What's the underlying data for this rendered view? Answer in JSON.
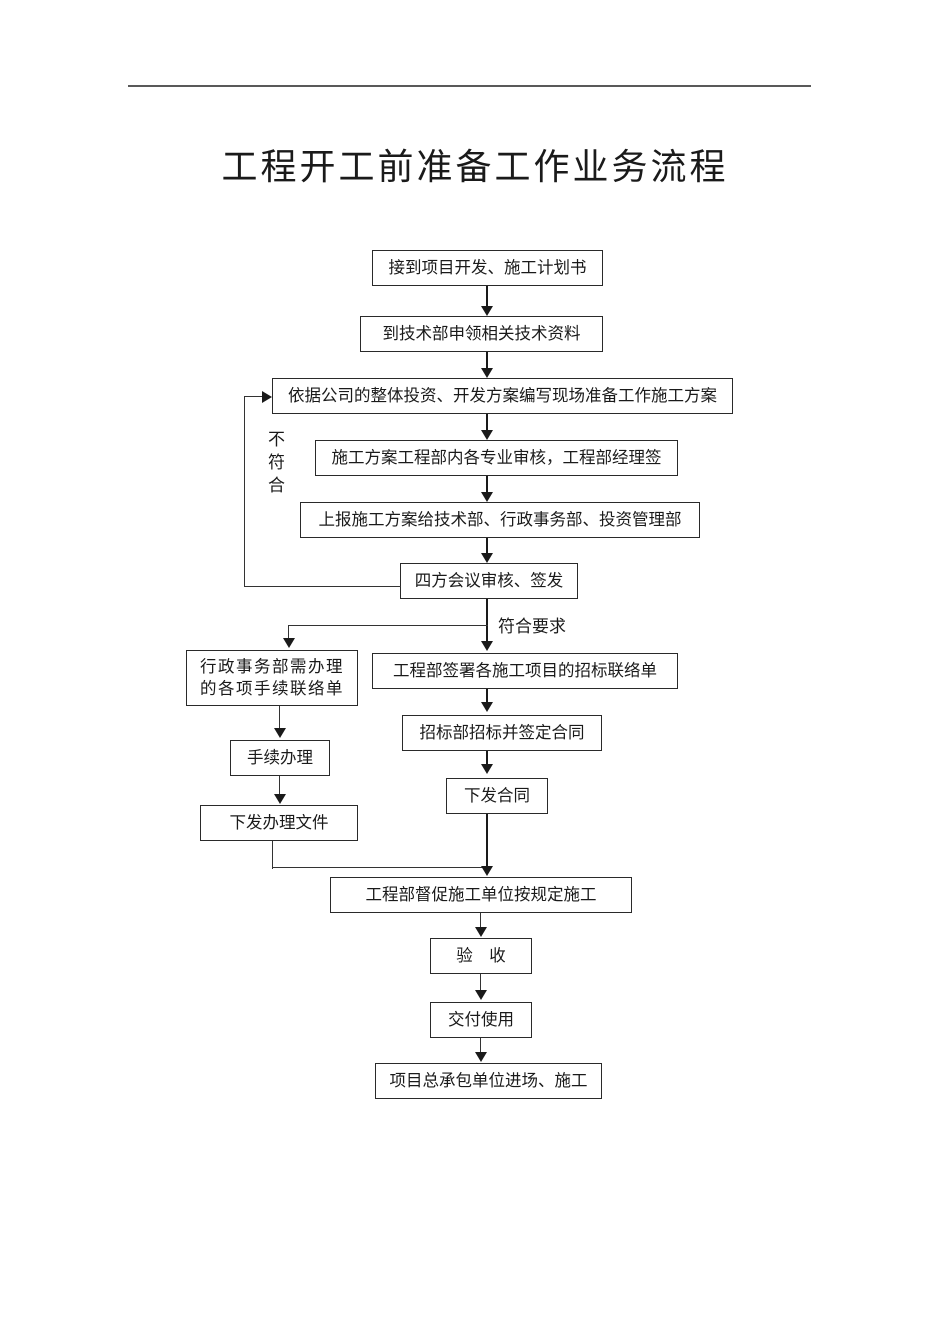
{
  "document": {
    "title": "工程开工前准备工作业务流程"
  },
  "flowchart": {
    "type": "flowchart",
    "nodes": [
      {
        "id": "n1",
        "label": "接到项目开发、施工计划书"
      },
      {
        "id": "n2",
        "label": "到技术部申领相关技术资料"
      },
      {
        "id": "n3",
        "label": "依据公司的整体投资、开发方案编写现场准备工作施工方案"
      },
      {
        "id": "n4",
        "label": "施工方案工程部内各专业审核，工程部经理签"
      },
      {
        "id": "n5",
        "label": "上报施工方案给技术部、行政事务部、投资管理部"
      },
      {
        "id": "n6",
        "label": "四方会议审核、签发"
      },
      {
        "id": "n7",
        "label": "行政事务部需办理\n的各项手续联络单"
      },
      {
        "id": "n8",
        "label": "工程部签署各施工项目的招标联络单"
      },
      {
        "id": "n9",
        "label": "手续办理"
      },
      {
        "id": "n10",
        "label": "招标部招标并签定合同"
      },
      {
        "id": "n11",
        "label": "下发办理文件"
      },
      {
        "id": "n12",
        "label": "下发合同"
      },
      {
        "id": "n13",
        "label": "工程部督促施工单位按规定施工"
      },
      {
        "id": "n14",
        "label": "验　收"
      },
      {
        "id": "n15",
        "label": "交付使用"
      },
      {
        "id": "n16",
        "label": "项目总承包单位进场、施工"
      }
    ],
    "edge_labels": [
      {
        "id": "e_reject",
        "label": "不符合"
      },
      {
        "id": "e_accept",
        "label": "符合要求"
      }
    ]
  }
}
